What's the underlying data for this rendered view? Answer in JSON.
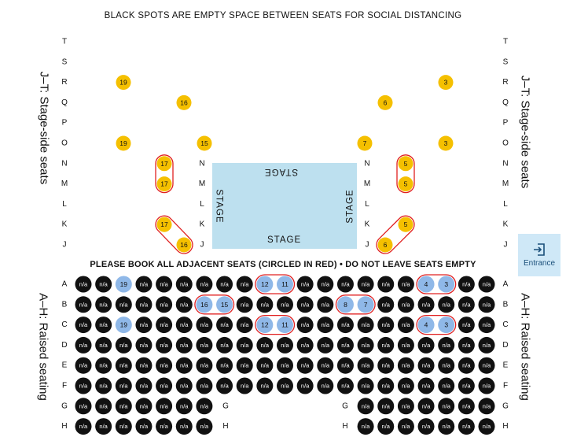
{
  "header_note": "BLACK SPOTS ARE EMPTY SPACE BETWEEN SEATS FOR SOCIAL DISTANCING",
  "instruction": "PLEASE BOOK ALL ADJACENT SEATS (CIRCLED IN RED)  •  DO NOT LEAVE SEATS EMPTY",
  "side_label_stage": "J–T: Stage-side seats",
  "side_label_raised": "A–H: Raised seating",
  "stage_label": "STAGE",
  "entrance_label": "Entrance",
  "unavailable_label": "n/a",
  "colors": {
    "available_stage_side": "#f5c000",
    "available_raised": "#8fb8e8",
    "unavailable": "#111111",
    "adjacent_outline": "#e02020",
    "stage": "#bde0ef"
  },
  "stage_rows": [
    "T",
    "S",
    "R",
    "Q",
    "P",
    "O",
    "N",
    "M",
    "L",
    "K",
    "J"
  ],
  "raised_rows": [
    "A",
    "B",
    "C",
    "D",
    "E",
    "F",
    "G",
    "H"
  ],
  "inner_stage_rows": [
    "N",
    "M",
    "L",
    "K",
    "J"
  ],
  "stage_seats": [
    {
      "row": "R",
      "label": "19"
    },
    {
      "row": "R",
      "label": "3"
    },
    {
      "row": "Q",
      "label": "16"
    },
    {
      "row": "Q",
      "label": "6"
    },
    {
      "row": "O",
      "label": "19"
    },
    {
      "row": "O",
      "label": "15"
    },
    {
      "row": "O",
      "label": "7"
    },
    {
      "row": "O",
      "label": "3"
    },
    {
      "row": "N",
      "label": "17"
    },
    {
      "row": "M",
      "label": "17"
    },
    {
      "row": "N",
      "label": "5"
    },
    {
      "row": "M",
      "label": "5"
    },
    {
      "row": "K",
      "label": "17"
    },
    {
      "row": "J",
      "label": "16"
    },
    {
      "row": "K",
      "label": "5"
    },
    {
      "row": "J",
      "label": "6"
    }
  ],
  "seat_rows": {
    "A": [
      "n/a",
      "n/a",
      "19",
      "n/a",
      "n/a",
      "n/a",
      "n/a",
      "n/a",
      "n/a",
      "12",
      "11",
      "n/a",
      "n/a",
      "n/a",
      "n/a",
      "n/a",
      "n/a",
      "4",
      "3",
      "n/a",
      "n/a"
    ],
    "B": [
      "n/a",
      "n/a",
      "n/a",
      "n/a",
      "n/a",
      "n/a",
      "16",
      "15",
      "n/a",
      "n/a",
      "n/a",
      "n/a",
      "n/a",
      "8",
      "7",
      "n/a",
      "n/a",
      "n/a",
      "n/a",
      "n/a",
      "n/a"
    ],
    "C": [
      "n/a",
      "n/a",
      "19",
      "n/a",
      "n/a",
      "n/a",
      "n/a",
      "n/a",
      "n/a",
      "12",
      "11",
      "n/a",
      "n/a",
      "n/a",
      "n/a",
      "n/a",
      "n/a",
      "4",
      "3",
      "n/a",
      "n/a"
    ],
    "D": [
      "n/a",
      "n/a",
      "n/a",
      "n/a",
      "n/a",
      "n/a",
      "n/a",
      "n/a",
      "n/a",
      "n/a",
      "n/a",
      "n/a",
      "n/a",
      "n/a",
      "n/a",
      "n/a",
      "n/a",
      "n/a",
      "n/a",
      "n/a",
      "n/a"
    ],
    "E": [
      "n/a",
      "n/a",
      "n/a",
      "n/a",
      "n/a",
      "n/a",
      "n/a",
      "n/a",
      "n/a",
      "n/a",
      "n/a",
      "n/a",
      "n/a",
      "n/a",
      "n/a",
      "n/a",
      "n/a",
      "n/a",
      "n/a",
      "n/a",
      "n/a"
    ],
    "F": [
      "n/a",
      "n/a",
      "n/a",
      "n/a",
      "n/a",
      "n/a",
      "n/a",
      "n/a",
      "n/a",
      "n/a",
      "n/a",
      "n/a",
      "n/a",
      "n/a",
      "n/a",
      "n/a",
      "n/a",
      "n/a",
      "n/a",
      "n/a",
      "n/a"
    ],
    "G": [
      "n/a",
      "n/a",
      "n/a",
      "n/a",
      "n/a",
      "n/a",
      "n/a",
      null,
      null,
      null,
      null,
      null,
      null,
      null,
      "n/a",
      "n/a",
      "n/a",
      "n/a",
      "n/a",
      "n/a",
      "n/a"
    ],
    "H": [
      "n/a",
      "n/a",
      "n/a",
      "n/a",
      "n/a",
      "n/a",
      "n/a",
      null,
      null,
      null,
      null,
      null,
      null,
      null,
      "n/a",
      "n/a",
      "n/a",
      "n/a",
      "n/a",
      "n/a",
      "n/a"
    ]
  }
}
